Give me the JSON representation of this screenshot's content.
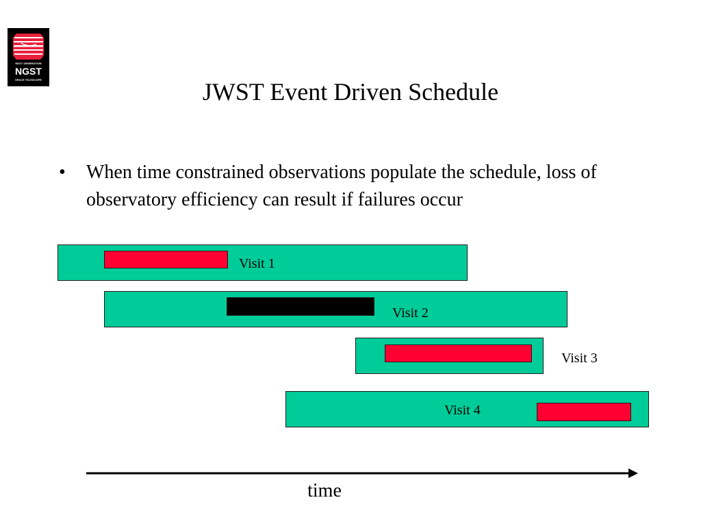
{
  "logo": {
    "line1": "NEXT GENERATION",
    "line2": "NGST",
    "line3": "SPACE TELESCOPE",
    "icon": "ngst-logo-icon",
    "colors": {
      "background": "#000000",
      "emblem": "#e8203c",
      "text": "#ffffff"
    }
  },
  "title": "JWST Event Driven Schedule",
  "bullet": {
    "marker": "•",
    "text": "When time constrained observations populate the schedule, loss of observatory efficiency can result if failures occur"
  },
  "visits": [
    {
      "label": "Visit 1",
      "bar_color": "#ff0033"
    },
    {
      "label": "Visit 2",
      "bar_color": "#000000"
    },
    {
      "label": "Visit 3",
      "bar_color": "#ff0033"
    },
    {
      "label": "Visit 4",
      "bar_color": "#ff0033"
    }
  ],
  "colors": {
    "visit_box": "#00cc99",
    "failure_bar": "#ff0033",
    "black_bar": "#000000"
  },
  "axis": {
    "label": "time"
  }
}
